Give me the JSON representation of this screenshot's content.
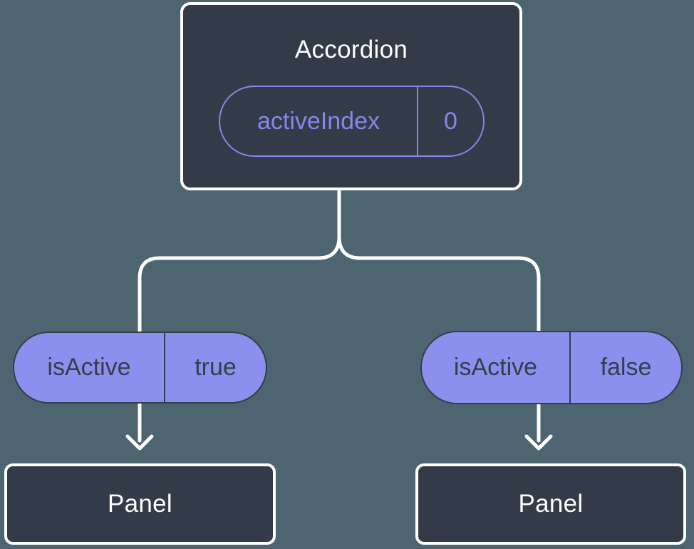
{
  "tree": {
    "root": {
      "title": "Accordion",
      "state": {
        "name": "activeIndex",
        "value": "0"
      }
    },
    "branches": [
      {
        "prop": {
          "name": "isActive",
          "value": "true"
        },
        "child": {
          "title": "Panel"
        }
      },
      {
        "prop": {
          "name": "isActive",
          "value": "false"
        },
        "child": {
          "title": "Panel"
        }
      }
    ]
  },
  "colors": {
    "background": "#4D6570",
    "node_fill": "#343B48",
    "node_border": "#FFFFFF",
    "pill_fill": "#8B90EE",
    "pill_outline": "#8287EA",
    "pill_dark_stroke": "#363D4B",
    "connector": "#FFFFFF",
    "text_light": "#FCFCFD"
  }
}
